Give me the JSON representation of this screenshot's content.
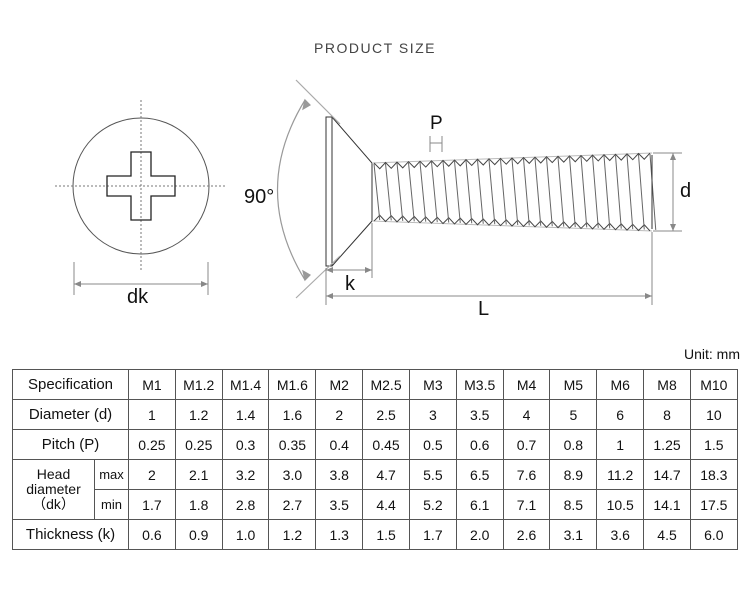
{
  "title": "PRODUCT SIZE",
  "diagram": {
    "dk": "dk",
    "angle": "90°",
    "P": "P",
    "d": "d",
    "k": "k",
    "L": "L"
  },
  "unit": "Unit: mm",
  "table": {
    "spec_label": "Specification",
    "sizes": [
      "M1",
      "M1.2",
      "M1.4",
      "M1.6",
      "M2",
      "M2.5",
      "M3",
      "M3.5",
      "M4",
      "M5",
      "M6",
      "M8",
      "M10"
    ],
    "diameter_label": "Diameter (d)",
    "diameter": [
      "1",
      "1.2",
      "1.4",
      "1.6",
      "2",
      "2.5",
      "3",
      "3.5",
      "4",
      "5",
      "6",
      "8",
      "10"
    ],
    "pitch_label": "Pitch (P)",
    "pitch": [
      "0.25",
      "0.25",
      "0.3",
      "0.35",
      "0.4",
      "0.45",
      "0.5",
      "0.6",
      "0.7",
      "0.8",
      "1",
      "1.25",
      "1.5"
    ],
    "head_label_1": "Head",
    "head_label_2": "diameter",
    "head_label_3": "（dk）",
    "max_label": "max",
    "head_max": [
      "2",
      "2.1",
      "3.2",
      "3.0",
      "3.8",
      "4.7",
      "5.5",
      "6.5",
      "7.6",
      "8.9",
      "11.2",
      "14.7",
      "18.3"
    ],
    "min_label": "min",
    "head_min": [
      "1.7",
      "1.8",
      "2.8",
      "2.7",
      "3.5",
      "4.4",
      "5.2",
      "6.1",
      "7.1",
      "8.5",
      "10.5",
      "14.1",
      "17.5"
    ],
    "thickness_label": "Thickness (k)",
    "thickness": [
      "0.6",
      "0.9",
      "1.0",
      "1.2",
      "1.3",
      "1.5",
      "1.7",
      "2.0",
      "2.6",
      "3.1",
      "3.6",
      "4.5",
      "6.0"
    ]
  }
}
